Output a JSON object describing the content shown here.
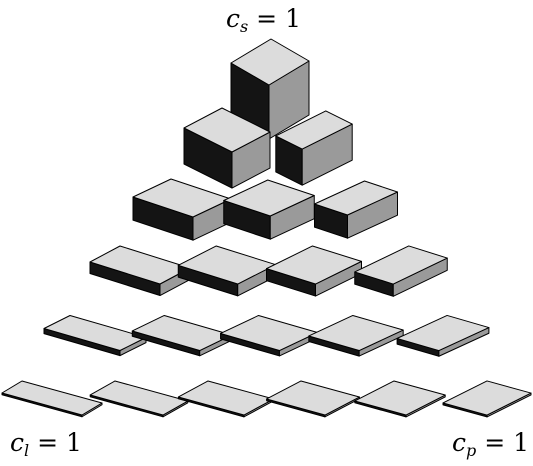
{
  "labels": {
    "top": {
      "var": "c",
      "sub": "s",
      "rest": " = 1"
    },
    "bottom_left": {
      "var": "c",
      "sub": "l",
      "rest": " = 1"
    },
    "bottom_right": {
      "var": "c",
      "sub": "p",
      "rest": " = 1"
    }
  },
  "colors": {
    "top_face": "#dcdcdc",
    "front_face": "#141414",
    "right_face": "#9a9a9a",
    "edge": "#000000"
  },
  "boxes": [
    [
      {
        "thickness": 1.0
      }
    ],
    [
      {
        "thickness": 0.78
      },
      {
        "thickness": 0.78
      }
    ],
    [
      {
        "thickness": 0.62
      },
      {
        "thickness": 0.62
      },
      {
        "thickness": 0.62
      }
    ],
    [
      {
        "thickness": 0.38
      },
      {
        "thickness": 0.42
      },
      {
        "thickness": 0.45
      },
      {
        "thickness": 0.48
      }
    ],
    [
      {
        "thickness": 0.2
      },
      {
        "thickness": 0.24
      },
      {
        "thickness": 0.28
      },
      {
        "thickness": 0.32
      },
      {
        "thickness": 0.36
      }
    ],
    [
      {
        "thickness": 0.08
      },
      {
        "thickness": 0.1
      },
      {
        "thickness": 0.12
      },
      {
        "thickness": 0.14
      },
      {
        "thickness": 0.16
      },
      {
        "thickness": 0.18
      }
    ]
  ]
}
